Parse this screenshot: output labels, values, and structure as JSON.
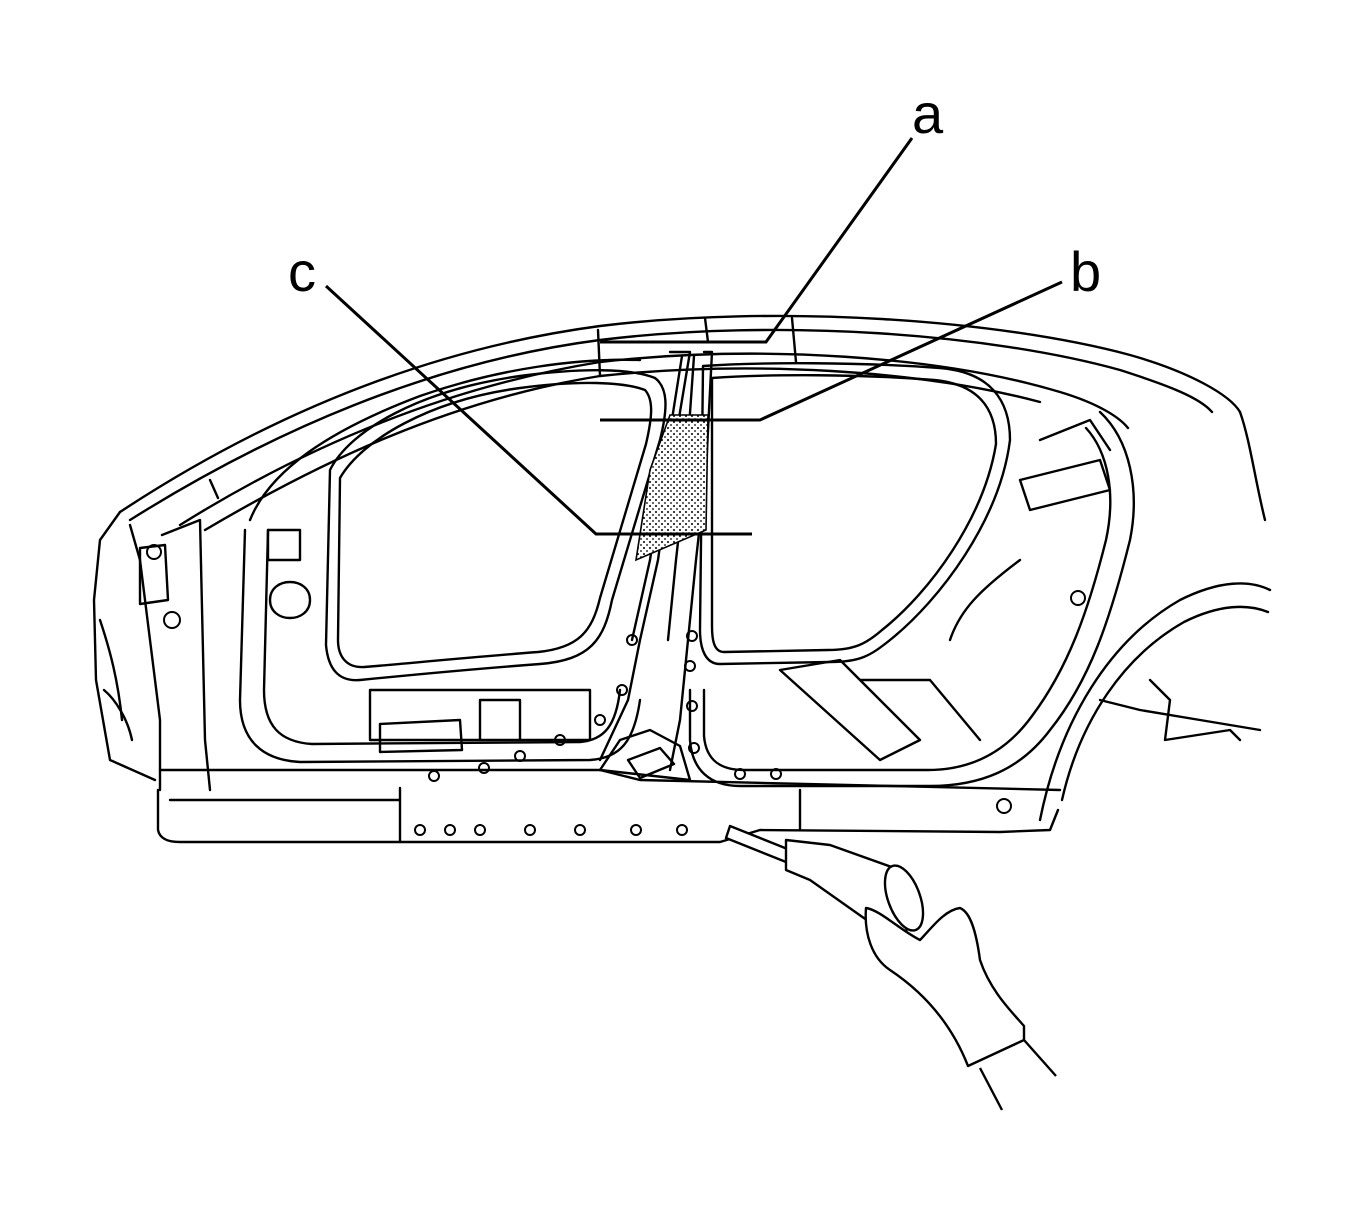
{
  "callouts": {
    "a": "a",
    "b": "b",
    "c": "c"
  },
  "colors": {
    "line": "#000000",
    "background": "#ffffff",
    "sealer_fill": "dotted-gray"
  }
}
